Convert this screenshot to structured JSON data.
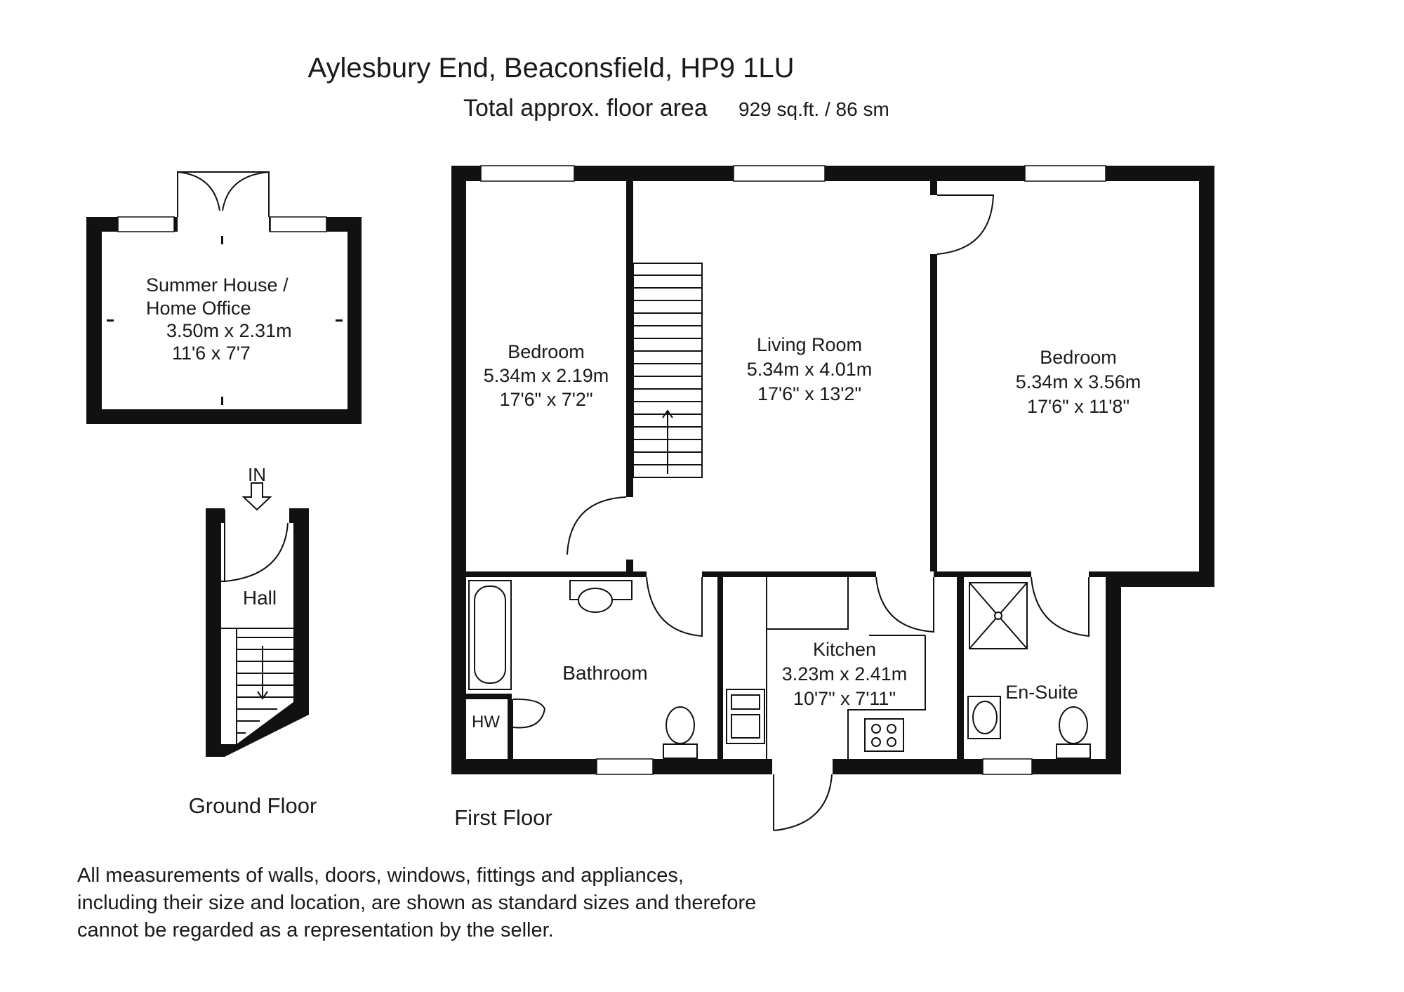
{
  "header": {
    "address": "Aylesbury End, Beaconsfield, HP9 1LU",
    "area_label": "Total approx. floor area",
    "area_value": "929 sq.ft. / 86 sm"
  },
  "ground_floor": {
    "label": "Ground Floor",
    "summer_house": {
      "name_line1": "Summer House /",
      "name_line2": "Home Office",
      "metric": "3.50m x 2.31m",
      "imperial": "11'6 x 7'7"
    },
    "hall": {
      "name": "Hall"
    },
    "entrance_label": "IN"
  },
  "first_floor": {
    "label": "First Floor",
    "bedroom_left": {
      "name": "Bedroom",
      "metric": "5.34m x 2.19m",
      "imperial": "17'6\" x 7'2\""
    },
    "living_room": {
      "name": "Living Room",
      "metric": "5.34m x 4.01m",
      "imperial": "17'6\" x 13'2\""
    },
    "bedroom_right": {
      "name": "Bedroom",
      "metric": "5.34m x 3.56m",
      "imperial": "17'6\" x 11'8\""
    },
    "bathroom": {
      "name": "Bathroom"
    },
    "hot_water": {
      "name": "HW"
    },
    "kitchen": {
      "name": "Kitchen",
      "metric": "3.23m x 2.41m",
      "imperial": "10'7\" x 7'11\""
    },
    "ensuite": {
      "name": "En-Suite"
    }
  },
  "disclaimer": {
    "line1": "All measurements of walls, doors, windows, fittings and appliances,",
    "line2": "including their size and location, are shown as standard sizes and therefore",
    "line3": "cannot be regarded as a representation by the seller."
  }
}
